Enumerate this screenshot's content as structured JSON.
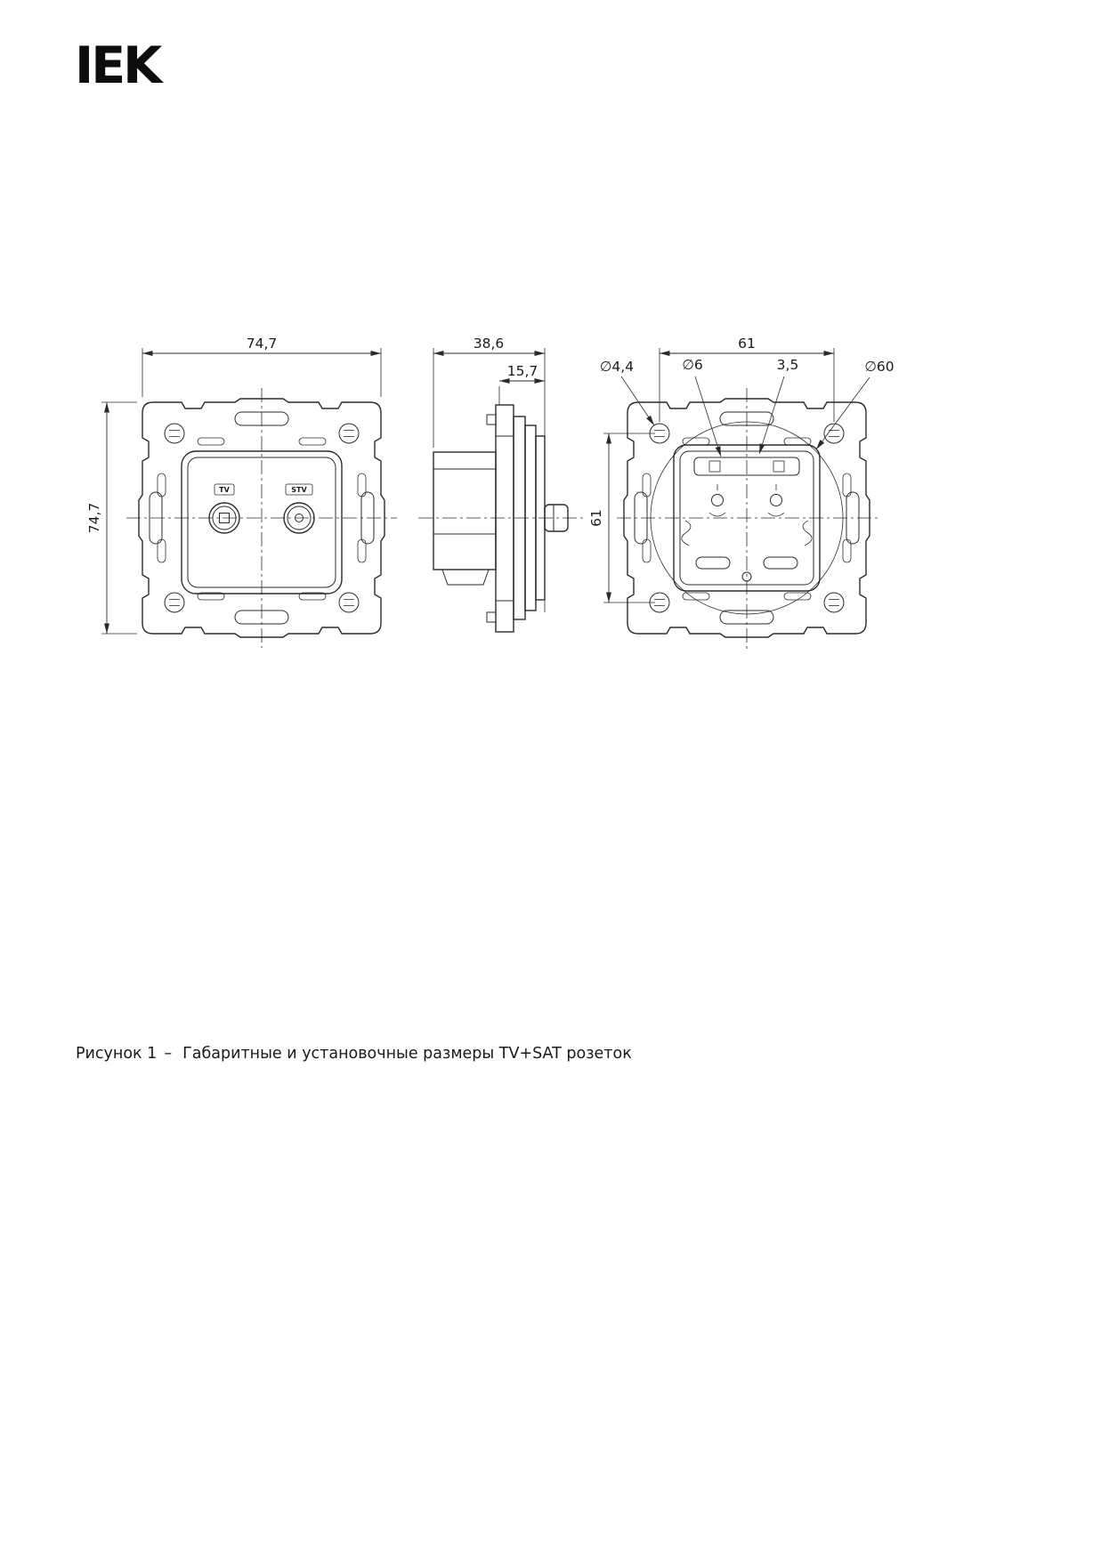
{
  "logo": {
    "text": "IEK"
  },
  "drawing": {
    "front": {
      "dim_width": "74,7",
      "dim_height": "74,7",
      "tv_label": "TV",
      "stv_label": "STV"
    },
    "side": {
      "dim_depth": "38,6",
      "dim_front_depth": "15,7"
    },
    "back": {
      "dim_width": "61",
      "dim_height": "61",
      "dim_hole_small": "∅4,4",
      "dim_hole_medium": "∅6",
      "dim_slot": "3,5",
      "dim_mounting_circle": "∅60"
    }
  },
  "caption": {
    "figure": "Рисунок 1",
    "separator": "–",
    "text": "Габаритные и установочные размеры TV+SAT розеток"
  },
  "colors": {
    "line": "#2b2b2b",
    "text": "#1a1a1a",
    "background": "#ffffff"
  }
}
